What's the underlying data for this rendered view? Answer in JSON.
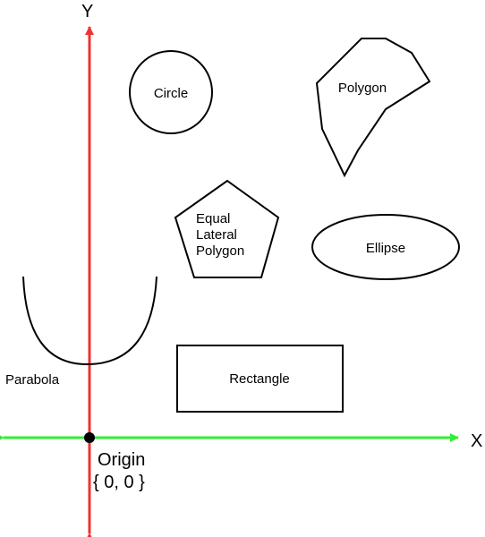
{
  "axes": {
    "x_label": "X",
    "y_label": "Y",
    "x_color": "#33ee33",
    "y_color": "#ee3333"
  },
  "origin": {
    "label": "Origin",
    "coords": "{ 0, 0 }"
  },
  "shapes": {
    "circle": "Circle",
    "polygon": "Polygon",
    "equal_lateral_polygon": [
      "Equal",
      "Lateral",
      "Polygon"
    ],
    "ellipse": "Ellipse",
    "parabola": "Parabola",
    "rectangle": "Rectangle"
  }
}
